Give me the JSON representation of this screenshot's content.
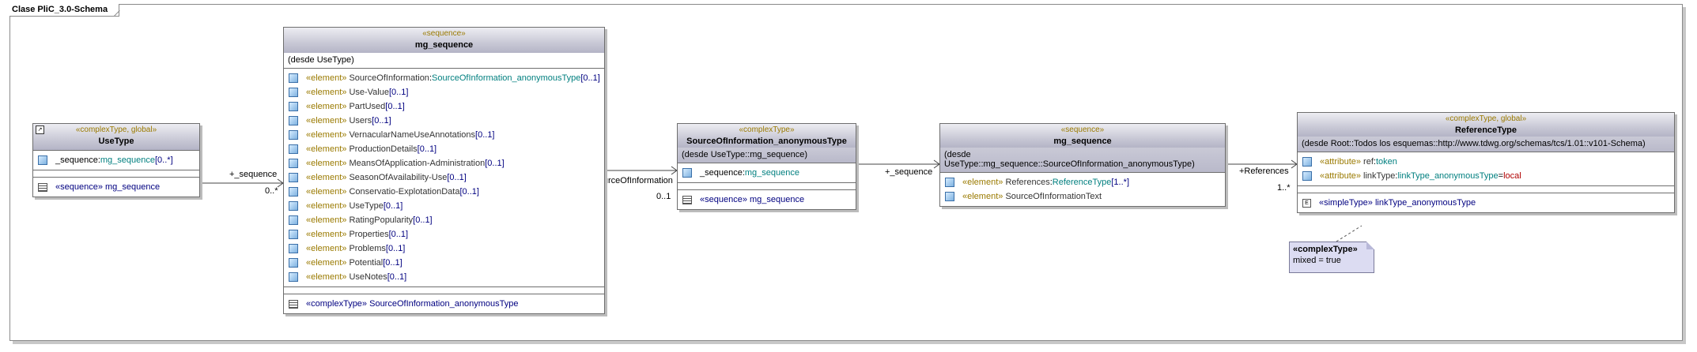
{
  "frame_title": "Clase PliC_3.0-Schema",
  "usetype": {
    "stereotype": "«complexType, global»",
    "name": "UseType",
    "attr_name": "_sequence",
    "attr_type": "mg_sequence",
    "attr_mult": "[0..*]",
    "op_stereo": "«sequence»",
    "op_name": "mg_sequence"
  },
  "seq1": {
    "stereotype": "«sequence»",
    "name": "mg_sequence",
    "desde": "(desde UseType)",
    "elements": [
      {
        "kw": "«element»",
        "name": "SourceOfInformation",
        "type": "SourceOfInformation_anonymousType",
        "mult": "[0..1]"
      },
      {
        "kw": "«element»",
        "name": "Use-Value",
        "type": "",
        "mult": "[0..1]"
      },
      {
        "kw": "«element»",
        "name": "PartUsed",
        "type": "",
        "mult": "[0..1]"
      },
      {
        "kw": "«element»",
        "name": "Users",
        "type": "",
        "mult": "[0..1]"
      },
      {
        "kw": "«element»",
        "name": "VernacularNameUseAnnotations",
        "type": "",
        "mult": "[0..1]"
      },
      {
        "kw": "«element»",
        "name": "ProductionDetails",
        "type": "",
        "mult": "[0..1]"
      },
      {
        "kw": "«element»",
        "name": "MeansOfApplication-Administration",
        "type": "",
        "mult": "[0..1]"
      },
      {
        "kw": "«element»",
        "name": "SeasonOfAvailability-Use",
        "type": "",
        "mult": "[0..1]"
      },
      {
        "kw": "«element»",
        "name": "Conservatio-ExplotationData",
        "type": "",
        "mult": "[0..1]"
      },
      {
        "kw": "«element»",
        "name": "UseType",
        "type": "",
        "mult": "[0..1]"
      },
      {
        "kw": "«element»",
        "name": "RatingPopularity",
        "type": "",
        "mult": "[0..1]"
      },
      {
        "kw": "«element»",
        "name": "Properties",
        "type": "",
        "mult": "[0..1]"
      },
      {
        "kw": "«element»",
        "name": "Problems",
        "type": "",
        "mult": "[0..1]"
      },
      {
        "kw": "«element»",
        "name": "Potential",
        "type": "",
        "mult": "[0..1]"
      },
      {
        "kw": "«element»",
        "name": "UseNotes",
        "type": "",
        "mult": "[0..1]"
      }
    ],
    "op_stereo": "«complexType»",
    "op_name": "SourceOfInformation_anonymousType"
  },
  "soi": {
    "stereotype": "«complexType»",
    "name": "SourceOfInformation_anonymousType",
    "desde": "(desde UseType::mg_sequence)",
    "attr_name": "_sequence",
    "attr_type": "mg_sequence",
    "op_stereo": "«sequence»",
    "op_name": "mg_sequence"
  },
  "seq2": {
    "stereotype": "«sequence»",
    "name": "mg_sequence",
    "desde": "(desde UseType::mg_sequence::SourceOfInformation_anonymousType)",
    "elements": [
      {
        "kw": "«element»",
        "name": "References",
        "type": "ReferenceType",
        "mult": "[1..*]"
      },
      {
        "kw": "«element»",
        "name": "SourceOfInformationText",
        "type": "",
        "mult": ""
      }
    ]
  },
  "reftype": {
    "stereotype": "«complexType, global»",
    "name": "ReferenceType",
    "desde": "(desde Root::Todos los esquemas::http://www.tdwg.org/schemas/tcs/1.01::v101-Schema)",
    "attrs": [
      {
        "kw": "«attribute»",
        "name": "ref",
        "type": "token",
        "default": ""
      },
      {
        "kw": "«attribute»",
        "name": "linkType",
        "type": "linkType_anonymousType",
        "default": "local"
      }
    ],
    "op_stereo": "«simpleType»",
    "op_name": "linkType_anonymousType"
  },
  "note": {
    "title": "«complexType»",
    "body": "mixed = true"
  },
  "connectors": {
    "c1_role": "+_sequence",
    "c1_mult": "0..*",
    "c2_role": "+SourceOfInformation",
    "c2_mult": "0..1",
    "c3_role": "+_sequence",
    "c4_role": "+References",
    "c4_mult": "1..*"
  }
}
